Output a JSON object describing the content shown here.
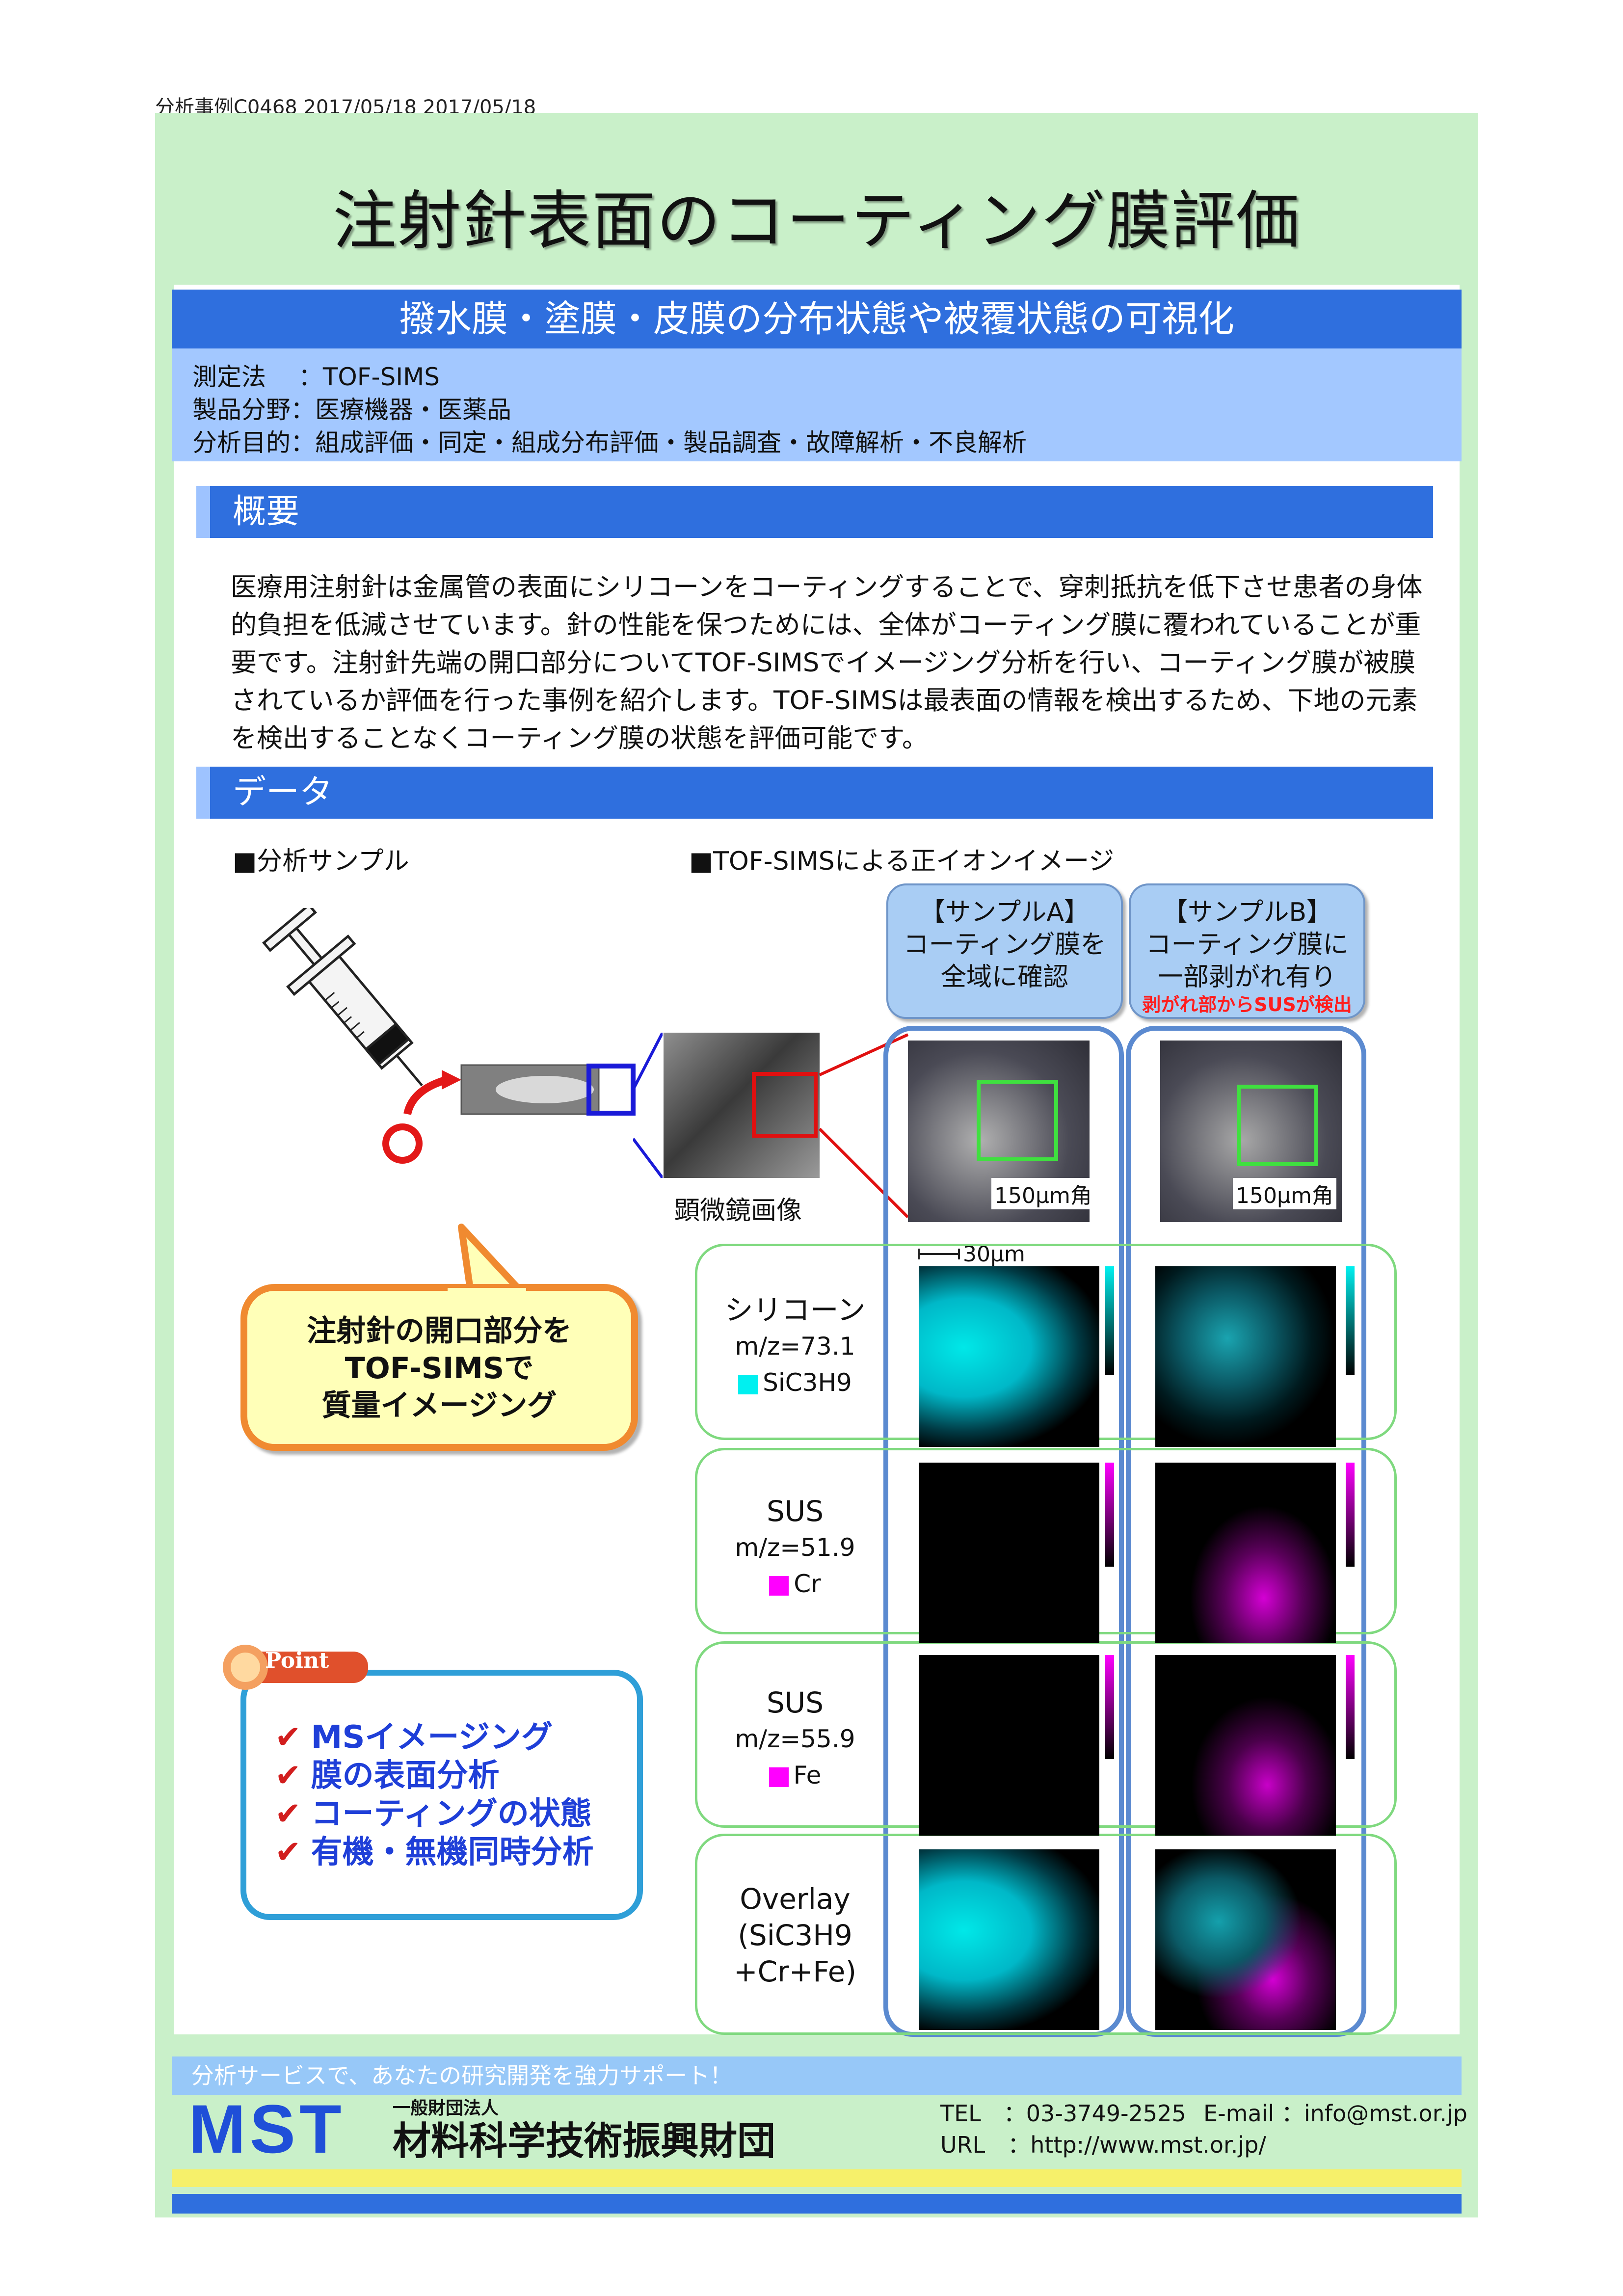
{
  "doc_id": "分析事例C0468  2017/05/18  2017/05/18",
  "title": "注射針表面のコーティング膜評価",
  "subtitle": "撥水膜・塗膜・皮膜の分布状態や被覆状態の可視化",
  "info": [
    "測定法　 ：TOF-SIMS",
    "製品分野：医療機器・医薬品",
    "分析目的：組成評価・同定・組成分布評価・製品調査・故障解析・不良解析"
  ],
  "sections": {
    "summary_heading": "概要",
    "data_heading": "データ"
  },
  "summary_lines": [
    "医療用注射針は金属管の表面にシリコーンをコーティングすることで、穿刺抵抗を低下させ患者の身体",
    "的負担を低減させています。針の性能を保つためには、全体がコーティング膜に覆われていることが重",
    "要です。注射針先端の開口部分についてTOF-SIMSでイメージング分析を行い、コーティング膜が被膜",
    "されているか評価を行った事例を紹介します。TOF-SIMSは最表面の情報を検出するため、下地の元素",
    "を検出することなくコーティング膜の状態を評価可能です。"
  ],
  "data": {
    "sample_heading": "■分析サンプル",
    "ion_heading": "■TOF-SIMSによる正イオンイメージ",
    "microscope_caption": "顕微鏡画像",
    "bubble_lines": [
      "注射針の開口部分を",
      "TOF-SIMSで",
      "質量イメージング"
    ],
    "sampleA": {
      "line1": "【サンプルA】",
      "line2": "コーティング膜を",
      "line3": "全域に確認"
    },
    "sampleB": {
      "line1": "【サンプルB】",
      "line2": "コーティング膜に",
      "line3": "一部剥がれ有り",
      "note": "剥がれ部からSUSが検出"
    },
    "micro_scale_label": "150μm角",
    "ion_scale_label": "30μm",
    "rows": [
      {
        "name": "シリコーン",
        "mz": "m/z=73.1",
        "species": "SiC3H9",
        "color": "#00f0f0"
      },
      {
        "name": "SUS",
        "mz": "m/z=51.9",
        "species": "Cr",
        "color": "#ff00ff"
      },
      {
        "name": "SUS",
        "mz": "m/z=55.9",
        "species": "Fe",
        "color": "#ff00ff"
      },
      {
        "name": "Overlay",
        "line2": "(SiC3H9",
        "line3": "+Cr+Fe)"
      }
    ]
  },
  "point": {
    "badge": "Point",
    "items": [
      "MSイメージング",
      "膜の表面分析",
      "コーティングの状態",
      "有機・無機同時分析"
    ]
  },
  "footer": {
    "tagline": "分析サービスで、あなたの研究開発を強力サポート！",
    "org_small": "一般財団法人",
    "logo": "MST",
    "org_name": "材料科学技術振興財団",
    "tel": "TEL　：03-3749-2525",
    "email": "E-mail ：info@mst.or.jp",
    "url": "URL　：http://www.mst.or.jp/"
  },
  "colors": {
    "accent_blue": "#2f6fde",
    "frame_green": "#c9f0c9",
    "cyan": "#00f0f0",
    "magenta": "#ff00ff"
  }
}
